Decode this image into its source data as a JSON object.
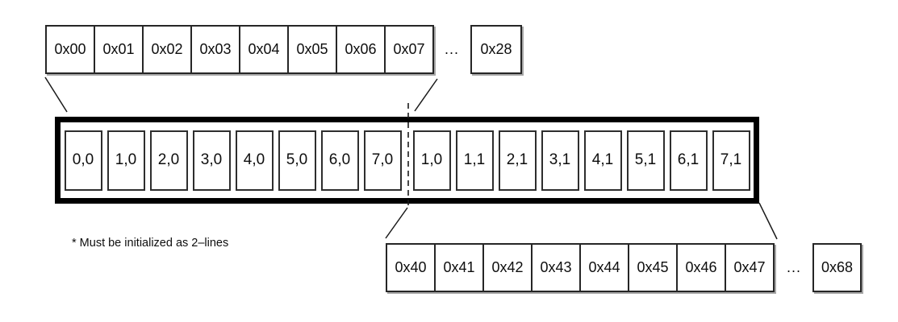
{
  "diagram": {
    "top_row": {
      "cells": [
        "0x00",
        "0x01",
        "0x02",
        "0x03",
        "0x04",
        "0x05",
        "0x06",
        "0x07"
      ],
      "ellipsis": "...",
      "last_cell": "0x28"
    },
    "buffer": {
      "left_cells": [
        "0,0",
        "1,0",
        "2,0",
        "3,0",
        "4,0",
        "5,0",
        "6,0",
        "7,0"
      ],
      "right_cells": [
        "1,0",
        "1,1",
        "2,1",
        "3,1",
        "4,1",
        "5,1",
        "6,1",
        "7,1"
      ]
    },
    "bottom_row": {
      "cells": [
        "0x40",
        "0x41",
        "0x42",
        "0x43",
        "0x44",
        "0x45",
        "0x46",
        "0x47"
      ],
      "ellipsis": "...",
      "last_cell": "0x68"
    },
    "note": "* Must be initialized as 2–lines",
    "colors": {
      "thick_border": "#000000",
      "cell_border": "#262626",
      "buffer_cell_border": "#2e2e2e",
      "connector_line": "#1a1a1a",
      "strip_shadow": "#a6a6a6",
      "background": "#ffffff"
    }
  }
}
